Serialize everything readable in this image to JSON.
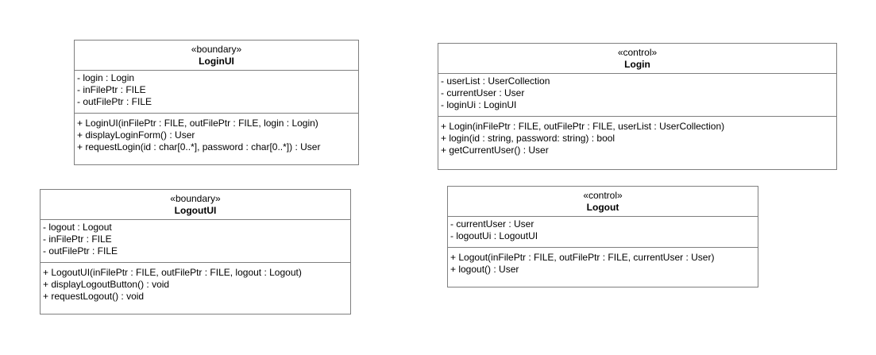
{
  "classes": {
    "login_ui": {
      "stereotype": "«boundary»",
      "name": "LoginUI",
      "attributes": [
        "- login : Login",
        "- inFilePtr : FILE",
        "- outFilePtr : FILE"
      ],
      "operations": [
        "+ LoginUI(inFilePtr : FILE, outFilePtr : FILE, login : Login)",
        "+ displayLoginForm() : User",
        "+ requestLogin(id : char[0..*], password : char[0..*]) : User"
      ]
    },
    "login": {
      "stereotype": "«control»",
      "name": "Login",
      "attributes": [
        "- userList : UserCollection",
        "- currentUser : User",
        "- loginUi : LoginUI"
      ],
      "operations": [
        "+ Login(inFilePtr : FILE, outFilePtr : FILE, userList : UserCollection)",
        "+ login(id : string, password: string) : bool",
        "+ getCurrentUser() : User"
      ]
    },
    "logout_ui": {
      "stereotype": "«boundary»",
      "name": "LogoutUI",
      "attributes": [
        "- logout : Logout",
        "- inFilePtr : FILE",
        "- outFilePtr : FILE"
      ],
      "operations": [
        "+ LogoutUI(inFilePtr : FILE, outFilePtr : FILE, logout : Logout)",
        "+ displayLogoutButton() : void",
        "+ requestLogout() : void"
      ]
    },
    "logout": {
      "stereotype": "«control»",
      "name": "Logout",
      "attributes": [
        "- currentUser : User",
        "- logoutUi : LogoutUI"
      ],
      "operations": [
        "+ Logout(inFilePtr : FILE, outFilePtr : FILE, currentUser : User)",
        "+ logout() : User"
      ]
    }
  }
}
